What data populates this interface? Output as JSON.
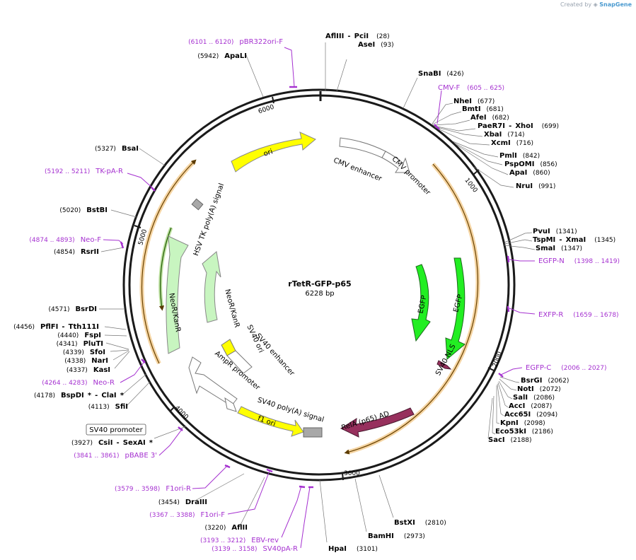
{
  "credit": {
    "prefix": "Created by",
    "brand": "SnapGene"
  },
  "plasmid": {
    "name": "rTetR-GFP-p65",
    "size": "6228 bp"
  },
  "colors": {
    "backbone": "#1a1a1a",
    "primer": "#a531d0",
    "ori": "#ffff00",
    "egfp": "#22ee22",
    "resistance": "#c8f5c0",
    "promoter": "#ffffff",
    "polyA": "#a8a8a8",
    "p65": "#97305d",
    "orf": "#ecb25a"
  },
  "ticks": [
    "1000",
    "2000",
    "3000",
    "4000",
    "5000",
    "6000"
  ],
  "sites": [
    {
      "name": "AflIII",
      "sep": "-",
      "name2": "PciI",
      "pos": "(28)"
    },
    {
      "name": "AseI",
      "pos": "(93)"
    },
    {
      "name": "SnaBI",
      "pos": "(426)"
    },
    {
      "name": "NheI",
      "pos": "(677)"
    },
    {
      "name": "BmtI",
      "pos": "(681)"
    },
    {
      "name": "AfeI",
      "pos": "(682)"
    },
    {
      "name": "PaeR7I",
      "sep": "-",
      "name2": "XhoI",
      "pos": "(699)"
    },
    {
      "name": "XbaI",
      "pos": "(714)"
    },
    {
      "name": "XcmI",
      "pos": "(716)"
    },
    {
      "name": "PmlI",
      "pos": "(842)"
    },
    {
      "name": "PspOMI",
      "pos": "(856)"
    },
    {
      "name": "ApaI",
      "pos": "(860)"
    },
    {
      "name": "NruI",
      "pos": "(991)"
    },
    {
      "name": "PvuI",
      "pos": "(1341)"
    },
    {
      "name": "TspMI",
      "sep": "-",
      "name2": "XmaI",
      "pos": "(1345)"
    },
    {
      "name": "SmaI",
      "pos": "(1347)"
    },
    {
      "name": "BsrGI",
      "pos": "(2062)"
    },
    {
      "name": "NotI",
      "pos": "(2072)"
    },
    {
      "name": "SalI",
      "pos": "(2086)"
    },
    {
      "name": "AccI",
      "pos": "(2087)"
    },
    {
      "name": "Acc65I",
      "pos": "(2094)"
    },
    {
      "name": "KpnI",
      "pos": "(2098)"
    },
    {
      "name": "Eco53kI",
      "pos": "(2186)"
    },
    {
      "name": "SacI",
      "pos": "(2188)"
    },
    {
      "name": "BstXI",
      "pos": "(2810)"
    },
    {
      "name": "BamHI",
      "pos": "(2973)"
    },
    {
      "name": "HpaI",
      "pos": "(3101)"
    },
    {
      "name": "AflII",
      "pos": "(3220)"
    },
    {
      "name": "DraIII",
      "pos": "(3454)"
    },
    {
      "name": "CsiI",
      "sep": "-",
      "name2": "SexAI",
      "star": "*",
      "pos": "(3927)"
    },
    {
      "name": "SfiI",
      "pos": "(4113)"
    },
    {
      "name": "BspDI",
      "star": "*",
      "sep": "-",
      "name2": "ClaI",
      "star2": "*",
      "pos": "(4178)"
    },
    {
      "name": "KasI",
      "pos": "(4337)"
    },
    {
      "name": "NarI",
      "pos": "(4338)"
    },
    {
      "name": "SfoI",
      "pos": "(4339)"
    },
    {
      "name": "PluTI",
      "pos": "(4341)"
    },
    {
      "name": "FspI",
      "pos": "(4440)"
    },
    {
      "name": "PflFI",
      "sep": "-",
      "name2": "Tth111I",
      "pos": "(4456)"
    },
    {
      "name": "BsrDI",
      "pos": "(4571)"
    },
    {
      "name": "RsrII",
      "pos": "(4854)"
    },
    {
      "name": "BstBI",
      "pos": "(5020)"
    },
    {
      "name": "BsaI",
      "pos": "(5327)"
    },
    {
      "name": "ApaLI",
      "pos": "(5942)"
    }
  ],
  "primers": [
    {
      "name": "pBR322ori-F",
      "range": "(6101 .. 6120)"
    },
    {
      "name": "CMV-F",
      "range": "(605 .. 625)"
    },
    {
      "name": "EGFP-N",
      "range": "(1398 .. 1419)"
    },
    {
      "name": "EXFP-R",
      "range": "(1659 .. 1678)"
    },
    {
      "name": "EGFP-C",
      "range": "(2006 .. 2027)"
    },
    {
      "name": "TK-pA-R",
      "range": "(5192 .. 5211)"
    },
    {
      "name": "Neo-F",
      "range": "(4874 .. 4893)"
    },
    {
      "name": "Neo-R",
      "range": "(4264 .. 4283)"
    },
    {
      "name": "pBABE 3'",
      "range": "(3841 .. 3861)"
    },
    {
      "name": "F1ori-R",
      "range": "(3579 .. 3598)"
    },
    {
      "name": "F1ori-F",
      "range": "(3367 .. 3388)"
    },
    {
      "name": "EBV-rev",
      "range": "(3193 .. 3212)"
    },
    {
      "name": "SV40pA-R",
      "range": "(3139 .. 3158)"
    }
  ],
  "features": {
    "ori": "ori",
    "cmv_enhancer": "CMV enhancer",
    "cmv_promoter": "CMV promoter",
    "hsv_tk": "HSV TK poly(A) signal",
    "neo_outer": "NeoR/KanR",
    "neo_inner": "NeoR/KanR",
    "sv40_ori": "SV40 ori",
    "sv40_enh": "SV40 enhancer",
    "ampr_promoter": "AmpR promoter",
    "sv40_polya": "SV40 poly(A) signal",
    "f1_ori": "f1 ori",
    "egfp_outer": "EGFP",
    "egfp_inner": "EGFP",
    "sv40_nls": "SV40 NLS",
    "rela": "RelA (p65) AD",
    "sv40_promoter": "SV40 promoter"
  }
}
